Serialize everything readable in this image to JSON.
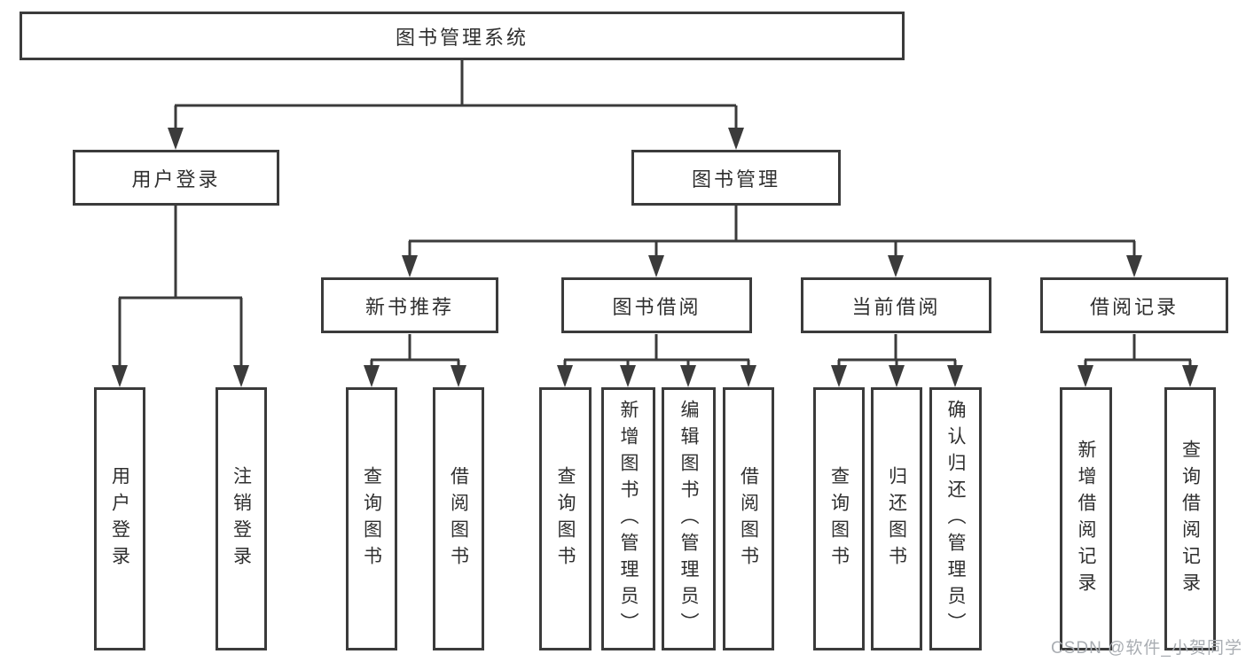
{
  "diagram": {
    "root": {
      "label": "图书管理系统"
    },
    "level2": {
      "user_login": {
        "label": "用户登录",
        "children": [
          "用户登录",
          "注销登录"
        ]
      },
      "book_management": {
        "label": "图书管理"
      }
    },
    "level3": {
      "new_book_recommend": {
        "label": "新书推荐",
        "children": [
          "查询图书",
          "借阅图书"
        ]
      },
      "book_borrow": {
        "label": "图书借阅",
        "children": [
          "查询图书",
          "新增图书（管理员）",
          "编辑图书（管理员）",
          "借阅图书"
        ]
      },
      "current_borrow": {
        "label": "当前借阅",
        "children": [
          "查询图书",
          "归还图书",
          "确认归还（管理员）"
        ]
      },
      "borrow_record": {
        "label": "借阅记录",
        "children": [
          "新增借阅记录",
          "查询借阅记录"
        ]
      }
    },
    "watermark": "CSDN @软件_小贺同学",
    "colors": {
      "line": "#3b3b3b",
      "text": "#2f2f2f",
      "watermark": "#a9adb2",
      "background": "#ffffff"
    }
  }
}
